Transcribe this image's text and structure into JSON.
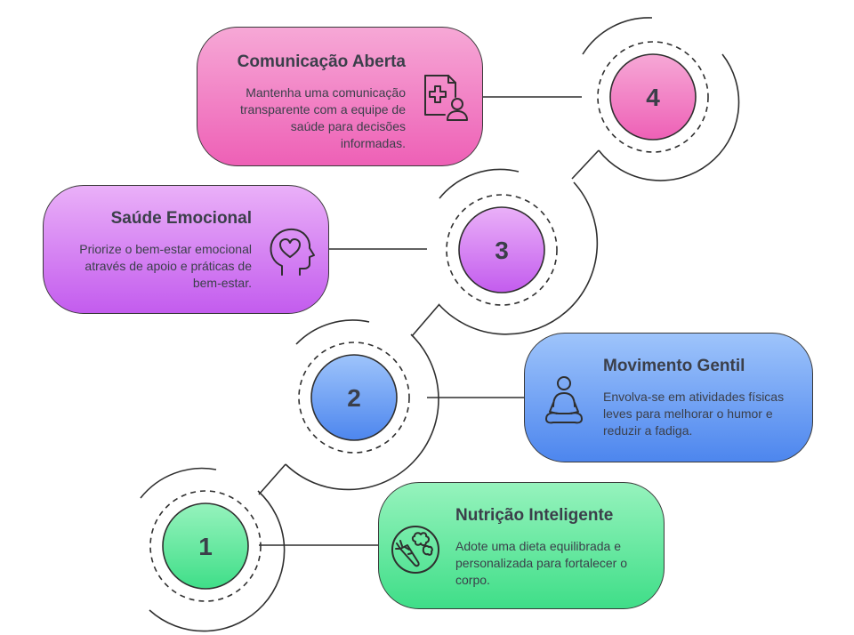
{
  "steps": [
    {
      "number": "4",
      "title": "Comunicação Aberta",
      "description": "Mantenha uma comunicação transparente com a equipe de saúde para decisões informadas.",
      "icon": "medical-record-user-icon",
      "color_top": "#f6a8d6",
      "color_bottom": "#ee60b6"
    },
    {
      "number": "3",
      "title": "Saúde Emocional",
      "description": "Priorize o bem-estar emocional através de apoio e práticas de bem-estar.",
      "icon": "head-heart-icon",
      "color_top": "#eab0f8",
      "color_bottom": "#c35cee"
    },
    {
      "number": "2",
      "title": "Movimento Gentil",
      "description": "Envolva-se em atividades físicas leves para melhorar o humor e reduzir a fadiga.",
      "icon": "meditating-person-icon",
      "color_top": "#9ec4fb",
      "color_bottom": "#4d86ee"
    },
    {
      "number": "1",
      "title": "Nutrição Inteligente",
      "description": "Adote uma dieta equilibrada e personalizada para fortalecer o corpo.",
      "icon": "carrot-broccoli-icon",
      "color_top": "#96f3bd",
      "color_bottom": "#3fde88"
    }
  ]
}
